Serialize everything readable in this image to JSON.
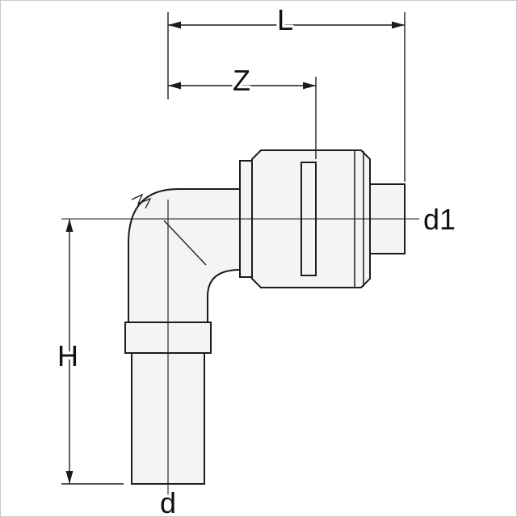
{
  "drawing": {
    "kind": "technical-dimension-drawing",
    "subject": "90-degree elbow press fitting",
    "colors": {
      "line": "#1c1c1c",
      "fill": "#f4f4f4",
      "background": "#ffffff",
      "frame": "#c8c8c8"
    },
    "dims": {
      "L": "L",
      "Z": "Z",
      "d1": "d1",
      "H": "H",
      "d": "d"
    }
  }
}
